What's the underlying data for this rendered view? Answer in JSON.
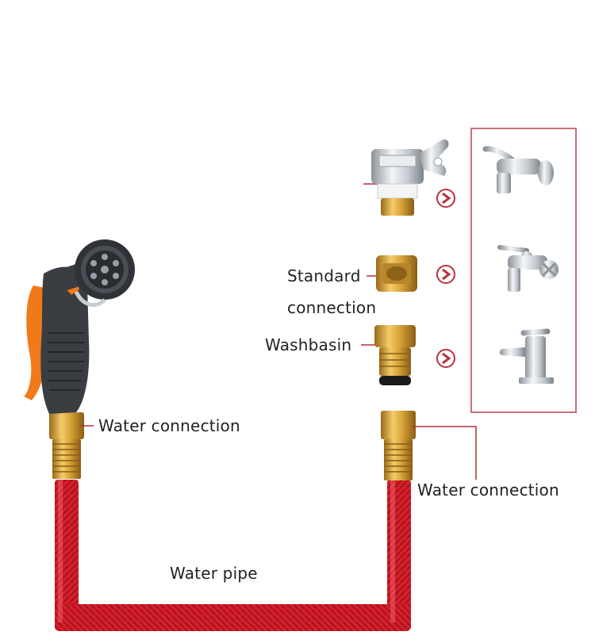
{
  "labels": {
    "standard_line1": "Standard",
    "standard_line2": "connection",
    "washbasin": "Washbasin",
    "water_connection_left": "Water connection",
    "water_connection_right": "Water connection",
    "water_pipe": "Water pipe"
  },
  "colors": {
    "hose_red": "#d41f2a",
    "brass": "#d9a53a",
    "brass_dark": "#a8761c",
    "accent_line": "#b0303c",
    "arrow_circle": "#b8323e",
    "panel_border": "#c9707a",
    "nozzle_orange": "#f07a1a",
    "nozzle_dark": "#3a3d42",
    "chrome": "#c8cdd2"
  },
  "icons": {
    "spray_nozzle": "spray-nozzle-icon",
    "tap_adapter": "tap-adapter-icon",
    "standard_connector": "standard-connector-icon",
    "washbasin_connector": "washbasin-connector-icon",
    "wall_tap": "wall-tap-icon",
    "washing_machine_tap": "washing-machine-tap-icon",
    "basin_mixer": "basin-mixer-icon",
    "arrow": "chevron-right-circle-icon"
  }
}
